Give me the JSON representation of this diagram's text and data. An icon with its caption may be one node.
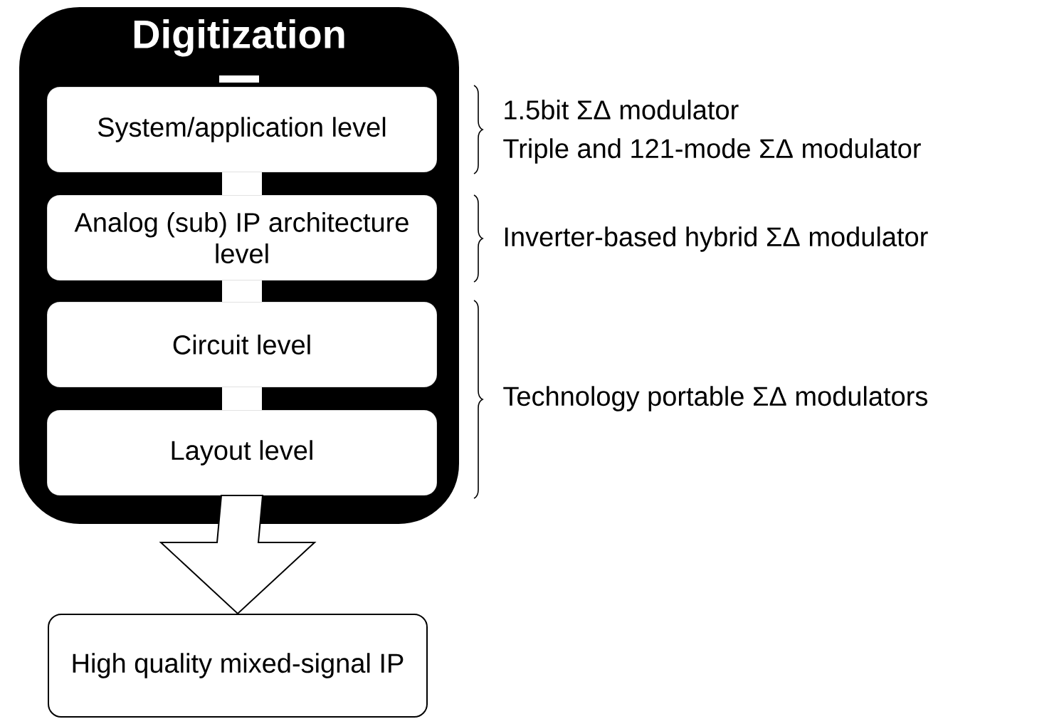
{
  "diagram": {
    "nodes": [
      {
        "text": [
          "Digitization"
        ]
      },
      {
        "text": [
          "System/application level"
        ],
        "in": 0
      },
      {
        "text": [
          "Analog (sub) IP architecture level"
        ],
        "in": 0
      },
      {
        "text": [
          "Circuit level"
        ],
        "in": 0
      },
      {
        "text": [
          "Layout level"
        ],
        "in": 0
      },
      {
        "text": [
          "High quality mixed-signal IP"
        ]
      }
    ],
    "edges": [
      {
        "from": 1,
        "to": 2,
        "arrow": "none"
      },
      {
        "from": 2,
        "to": 3,
        "arrow": "none"
      },
      {
        "from": 3,
        "to": 4,
        "arrow": "none"
      },
      {
        "from": 4,
        "to": 5,
        "arrow": "to"
      }
    ],
    "labels": [
      "1.5bit ΣΔ modulator",
      "Triple and 121-mode ΣΔ modulator",
      "Inverter-based hybrid ΣΔ modulator",
      "Technology portable ΣΔ modulators"
    ]
  }
}
